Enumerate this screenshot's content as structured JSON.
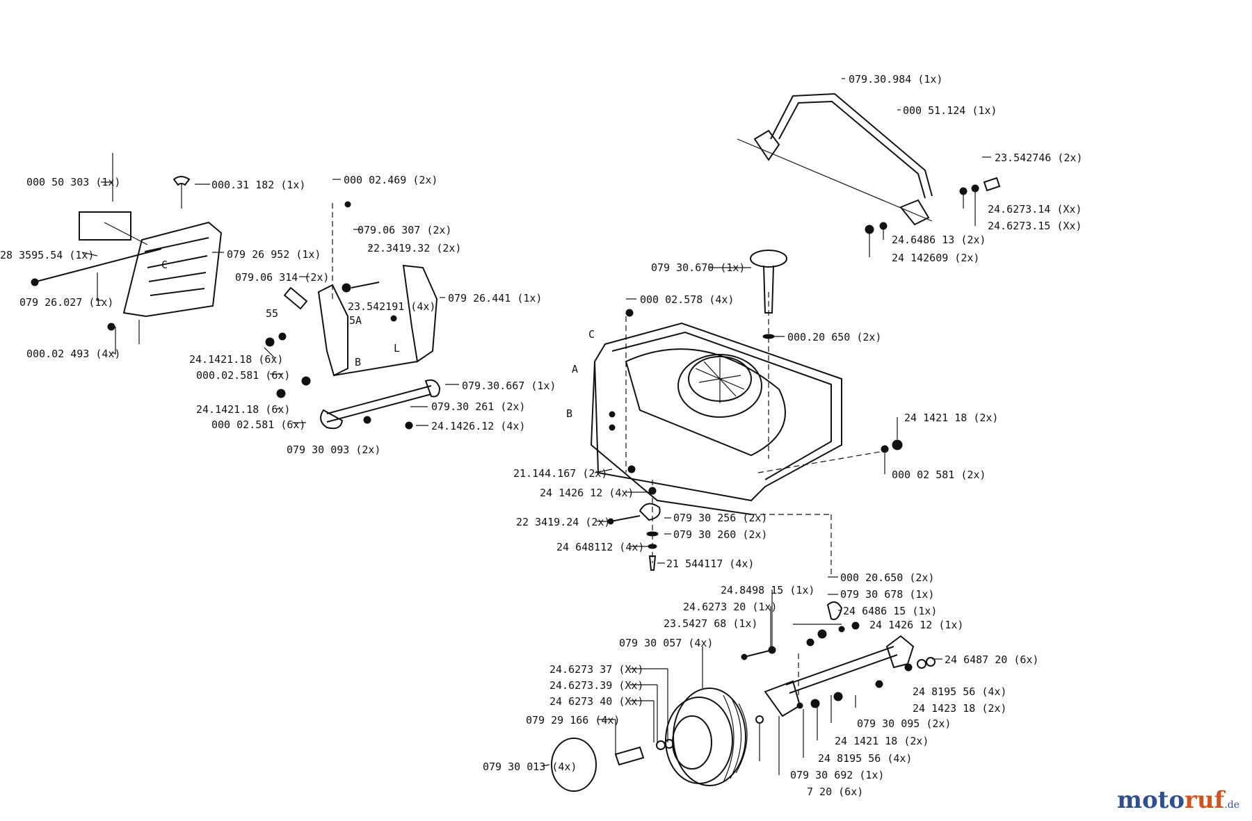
{
  "labels": {
    "l01": "000 50 303  (1x)",
    "l02": "000.31 182  (1x)",
    "l03": "28 3595.54  (1x)",
    "l04": "079 26 952  (1x)",
    "l05": "079 26.027  (1x)",
    "l06": "000.02 493  (4x)",
    "l07": "000 02.469  (2x)",
    "l08": "079.06 307  (2x)",
    "l09": "22.3419.32  (2x)",
    "l10": "079.06 314  (2x)",
    "l11": "23.542191 (4x)",
    "l12": "079 26.441  (1x)",
    "l13": "24.1421.18  (6x)",
    "l14": "000.02.581  (6x)",
    "l15": "24.1421.18  (6x)",
    "l16": "000 02.581  (6x)",
    "l17": "079.30.667  (1x)",
    "l18": "079.30 261  (2x)",
    "l19": "24.1426.12  (4x)",
    "l20": "079 30 093  (2x)",
    "l21": "079.30.984  (1x)",
    "l22": "000 51.124  (1x)",
    "l23": "23.542746  (2x)",
    "l24": "24.6273.14  (Xx)",
    "l25": "24.6273.15  (Xx)",
    "l26": "24.6486 13  (2x)",
    "l27": "24 142609  (2x)",
    "l28": "079 30.670  (1x)",
    "l29": "000 02.578  (4x)",
    "l30": "000.20 650  (2x)",
    "l31": "24 1421 18  (2x)",
    "l32": "000 02 581  (2x)",
    "l33": "21.144.167  (2x)",
    "l34": "24 1426 12  (4x)",
    "l35": "22 3419.24  (2x)",
    "l36": "079 30 256  (2x)",
    "l37": "079 30 260  (2x)",
    "l38": "24 648112  (4x)",
    "l39": "21 544117  (4x)",
    "l40": "000 20.650  (2x)",
    "l41": "079 30 678  (1x)",
    "l42": "24.8498 15  (1x)",
    "l43": "24 6486 15  (1x)",
    "l44": "24.6273 20  (1x)",
    "l45": "24 1426 12  (1x)",
    "l46": "23.5427 68  (1x)",
    "l47": "079 30 057  (4x)",
    "l48": "24 6487 20  (6x)",
    "l49": "24.6273 37  (Xx)",
    "l50": "24.6273.39  (Xx)",
    "l51": "24 6273 40  (Xx)",
    "l52": "24 8195 56  (4x)",
    "l53": "24 1423 18  (2x)",
    "l54": "079 29 166  (4x)",
    "l55": "079 30 095  (2x)",
    "l56": "24 1421 18  (2x)",
    "l57": "079 30 013  (4x)",
    "l58": "24 8195 56  (4x)",
    "l59": "079 30 692  (1x)",
    "l60": "7 20  (6x)"
  },
  "refs": {
    "c_top": "C",
    "ss": "55",
    "fiveA": "5A",
    "bb": "B",
    "b_mid": "L",
    "C": "C",
    "A": "A",
    "B": "B"
  },
  "brand": {
    "part1": "moto",
    "part2": "ruf",
    "part3": ".de"
  }
}
